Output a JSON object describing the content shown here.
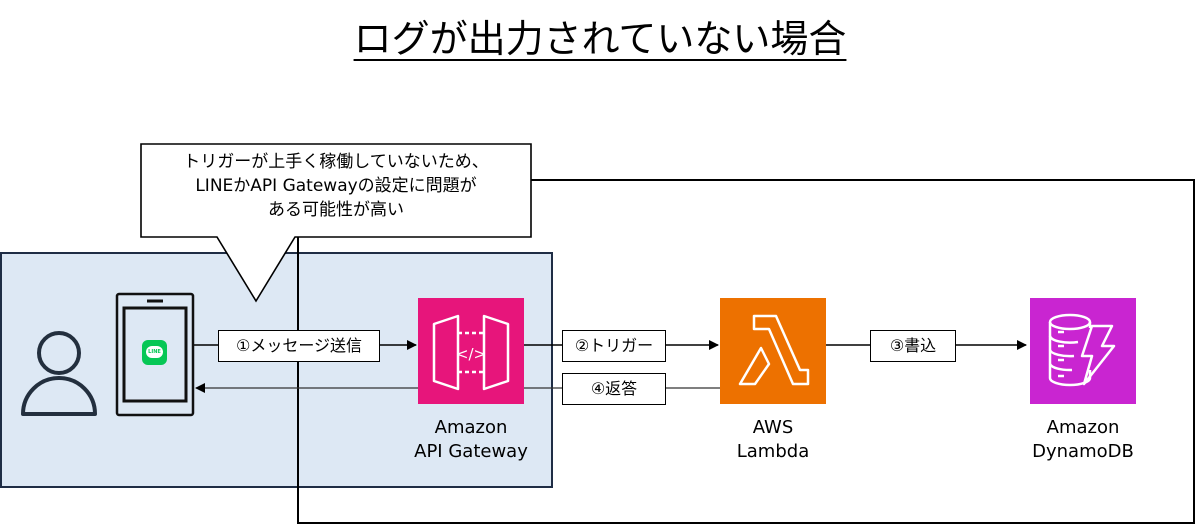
{
  "title": "ログが出力されていない場合",
  "callout": {
    "lines": [
      "トリガーが上手く稼働していないため、",
      "LINEかAPI Gatewayの設定に問題が",
      "ある可能性が高い"
    ]
  },
  "actors": {
    "user": {
      "icon": "user-icon"
    },
    "phone": {
      "icon": "smartphone-icon",
      "app_badge": "LINE",
      "app_color": "#06c755"
    }
  },
  "services": [
    {
      "id": "api-gateway",
      "name_line1": "Amazon",
      "name_line2": "API Gateway",
      "color": "#e7157b",
      "icon": "api-gateway-icon"
    },
    {
      "id": "lambda",
      "name_line1": "AWS",
      "name_line2": "Lambda",
      "color": "#ed7100",
      "icon": "lambda-icon"
    },
    {
      "id": "dynamodb",
      "name_line1": "Amazon",
      "name_line2": "DynamoDB",
      "color": "#c925d1",
      "icon": "dynamodb-icon"
    }
  ],
  "flows": {
    "step1": "①メッセージ送信",
    "step2": "②トリガー",
    "step3": "③書込",
    "step4": "④返答"
  },
  "colors": {
    "client_zone_fill": "#dde8f4",
    "client_zone_border": "#1f2d45"
  }
}
